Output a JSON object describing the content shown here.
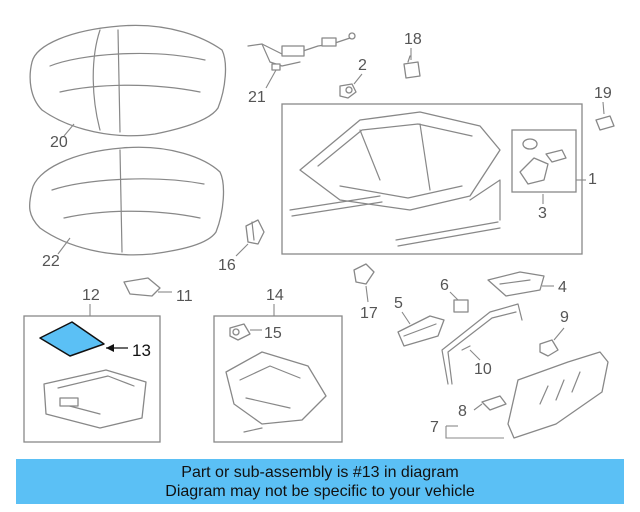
{
  "diagram": {
    "callouts": {
      "c1": "1",
      "c2": "2",
      "c3": "3",
      "c4": "4",
      "c5": "5",
      "c6": "6",
      "c7": "7",
      "c8": "8",
      "c9": "9",
      "c10": "10",
      "c11": "11",
      "c12": "12",
      "c13": "13",
      "c14": "14",
      "c15": "15",
      "c16": "16",
      "c17": "17",
      "c18": "18",
      "c19": "19",
      "c20": "20",
      "c21": "21",
      "c22": "22"
    },
    "highlighted_part": "13",
    "highlight_color": "#5bc0f5"
  },
  "banner": {
    "line1": "Part or sub-assembly is #13 in diagram",
    "line2": "Diagram may not be specific to your vehicle",
    "background": "#5bc0f5"
  }
}
